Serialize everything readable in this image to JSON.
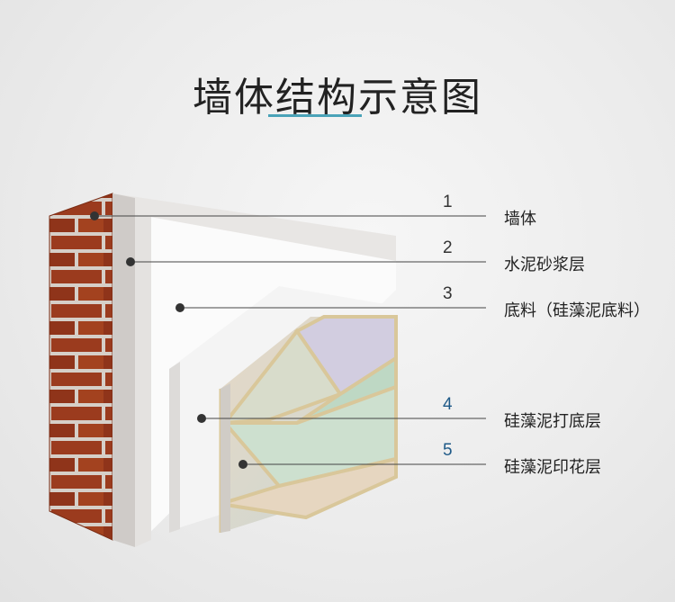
{
  "title": "墙体结构示意图",
  "layers": [
    {
      "number": "1",
      "label": "墙体"
    },
    {
      "number": "2",
      "label": "水泥砂浆层"
    },
    {
      "number": "3",
      "label": "底料（硅藻泥底料）"
    },
    {
      "number": "4",
      "label": "硅藻泥打底层"
    },
    {
      "number": "5",
      "label": "硅藻泥印花层"
    }
  ],
  "colors": {
    "brick": "#9b3b1e",
    "mortar": "#d8d2cc",
    "accent": "#4aa3b8",
    "number_blue": "#1f5a88"
  }
}
